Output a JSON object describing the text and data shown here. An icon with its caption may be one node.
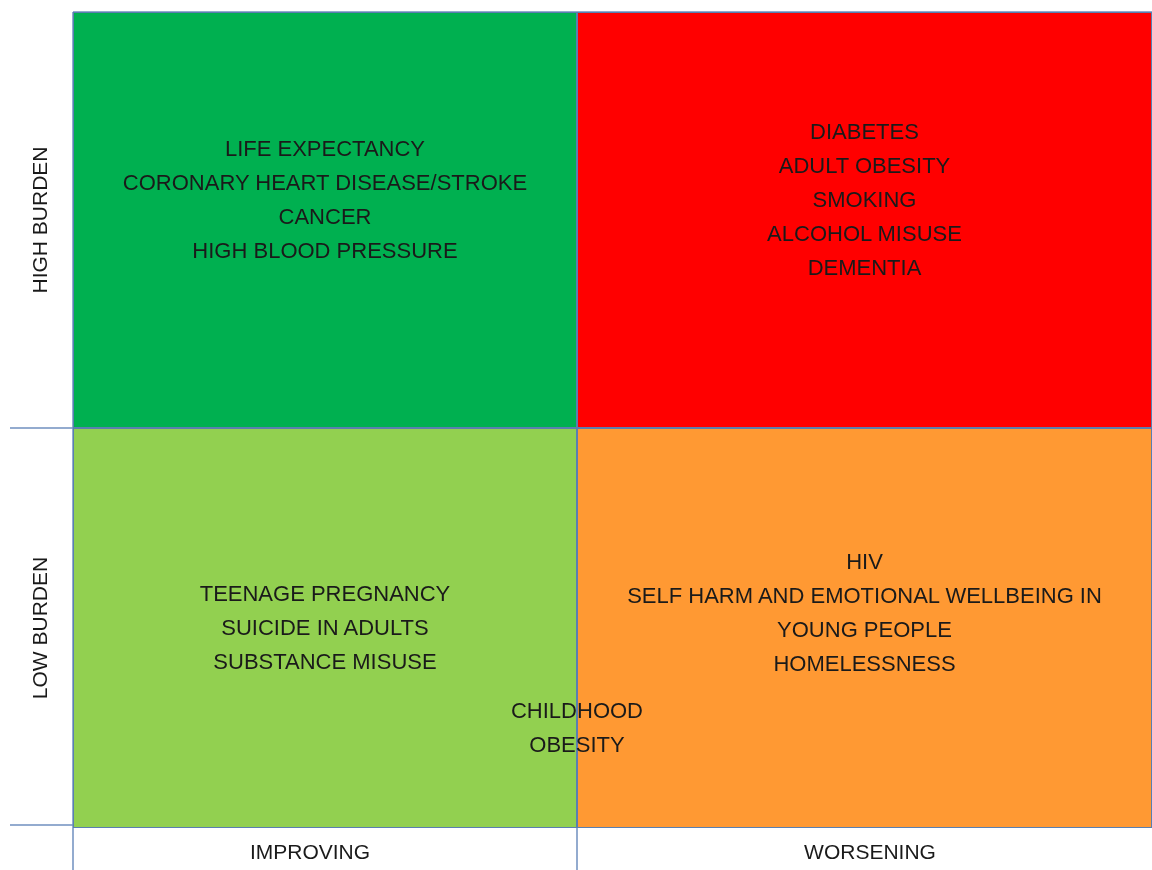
{
  "diagram": {
    "nodes": [
      {
        "text": [
          "LIFE EXPECTANCY",
          "CORONARY HEART DISEASE/STROKE",
          "CANCER",
          "HIGH BLOOD PRESSURE"
        ]
      },
      {
        "text": [
          "DIABETES",
          "ADULT OBESITY",
          "SMOKING",
          "ALCOHOL MISUSE",
          "DEMENTIA"
        ]
      },
      {
        "text": [
          "TEENAGE PREGNANCY",
          "SUICIDE IN ADULTS",
          "SUBSTANCE MISUSE"
        ]
      },
      {
        "text": [
          "HIV",
          "SELF HARM AND EMOTIONAL WELLBEING IN YOUNG PEOPLE",
          "HOMELESSNESS"
        ]
      }
    ],
    "labels": [
      "HIGH BURDEN",
      "LOW BURDEN",
      "CHILDHOOD OBESITY",
      "IMPROVING",
      "WORSENING"
    ]
  }
}
